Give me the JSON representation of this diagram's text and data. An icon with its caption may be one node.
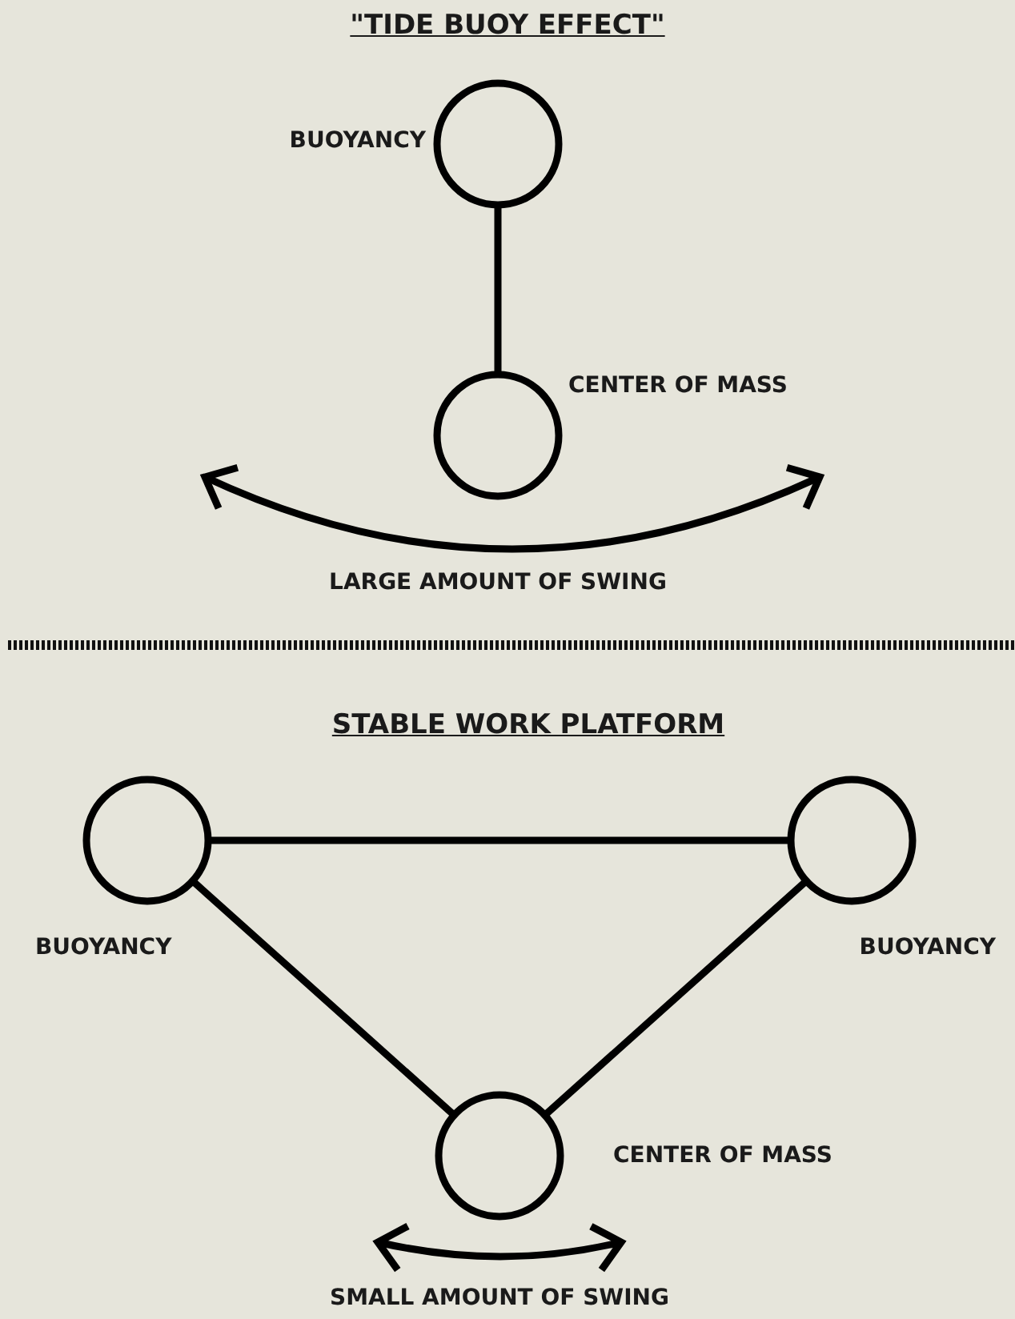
{
  "diagram": {
    "title": "\"TIDE BUOY EFFECT\"",
    "nodes": [
      {
        "text": [],
        "shape": "circle",
        "beside": [
          "BUOYANCY"
        ]
      },
      {
        "text": [],
        "shape": "circle",
        "beside": [
          "CENTER OF MASS"
        ]
      },
      {
        "text": [],
        "shape": "circle",
        "beside": [
          "BUOYANCY"
        ]
      },
      {
        "text": [],
        "shape": "circle",
        "beside": [
          "BUOYANCY"
        ]
      },
      {
        "text": [],
        "shape": "circle",
        "beside": [
          "CENTER OF MASS"
        ]
      }
    ],
    "edges": [
      {
        "from": 0,
        "to": 1,
        "arrow": "none"
      },
      {
        "from": 2,
        "to": 3,
        "arrow": "none"
      },
      {
        "from": 2,
        "to": 4,
        "arrow": "none"
      },
      {
        "from": 3,
        "to": 4,
        "arrow": "none"
      }
    ],
    "labels": [
      "LARGE AMOUNT OF SWING",
      "STABLE WORK PLATFORM",
      "SMALL AMOUNT OF SWING"
    ]
  }
}
